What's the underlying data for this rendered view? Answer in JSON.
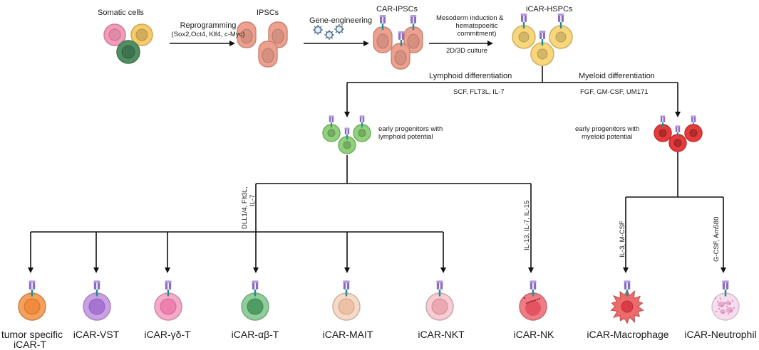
{
  "labels": {
    "somatic": "Somatic cells",
    "reprogramming": "Reprogramming",
    "reprogramming_factors": "(Sox2,Oct4, Klf4, c-Myc)",
    "ipscs": "IPSCs",
    "gene_engineering": "Gene-engineering",
    "car_ipscs": "CAR-IPSCs",
    "mesoderm": [
      "Mesoderm induction &",
      "hematopoeitic",
      "commitment)"
    ],
    "culture": "2D/3D culture",
    "icar_hspcs": "iCAR-HSPCs",
    "lymphoid_diff": "Lymphoid differentiation",
    "lymphoid_factors": "SCF, FLT3L, IL-7",
    "myeloid_diff": "Myeloid differentiation",
    "myeloid_factors": "FGF, GM-CSF, UM171",
    "lymphoid_progenitors": [
      "early progenitors with",
      "lymphoid potential"
    ],
    "myeloid_progenitors": [
      "early progenitors with",
      "myeloid potential"
    ],
    "t_factors": [
      "DLL1/4, Flt3L,",
      "IL-7"
    ],
    "nk_factors": "IL-13, IL-7, IL-15",
    "mac_factors": "IL-3, M-CSF",
    "neu_factors": "G-CSF, Am580"
  },
  "final_cells": [
    {
      "name": "tumor specific",
      "name2": "iCAR-T",
      "color": "#f5a05c",
      "nucleus": "#f08a3c"
    },
    {
      "name": "iCAR-VST",
      "color": "#c9a0e6",
      "nucleus": "#a874d4"
    },
    {
      "name": "iCAR-γδ-T",
      "color": "#f7a9c9",
      "nucleus": "#ee7fae"
    },
    {
      "name": "iCAR-αβ-T",
      "color": "#8fcd9a",
      "nucleus": "#4e9d62"
    },
    {
      "name": "iCAR-MAIT",
      "color": "#f6d9c6",
      "nucleus": "#ecc1a6"
    },
    {
      "name": "iCAR-NKT",
      "color": "#f7ccd2",
      "nucleus": "#eda7b1"
    },
    {
      "name": "iCAR-NK",
      "color": "#f07d86",
      "nucleus": "#e25560"
    },
    {
      "name": "iCAR-Macrophage",
      "color": "#ef6b6b",
      "nucleus": "#d93c45"
    },
    {
      "name": "iCAR-Neutrophil",
      "color": "#f6dcec",
      "nucleus": "#e7a8cd"
    }
  ],
  "colors": {
    "somatic_pink": "#f59ab8",
    "somatic_yellow": "#f7ca6a",
    "somatic_green": "#4f8f62",
    "ipsc": "#eea08e",
    "hspc": "#f8d67a",
    "lymphoid_progenitor": "#8fd27a",
    "myeloid_progenitor": "#e83a3a",
    "car_receptor": "#8a6cc0",
    "car_stalk": "#1f8f8f"
  }
}
